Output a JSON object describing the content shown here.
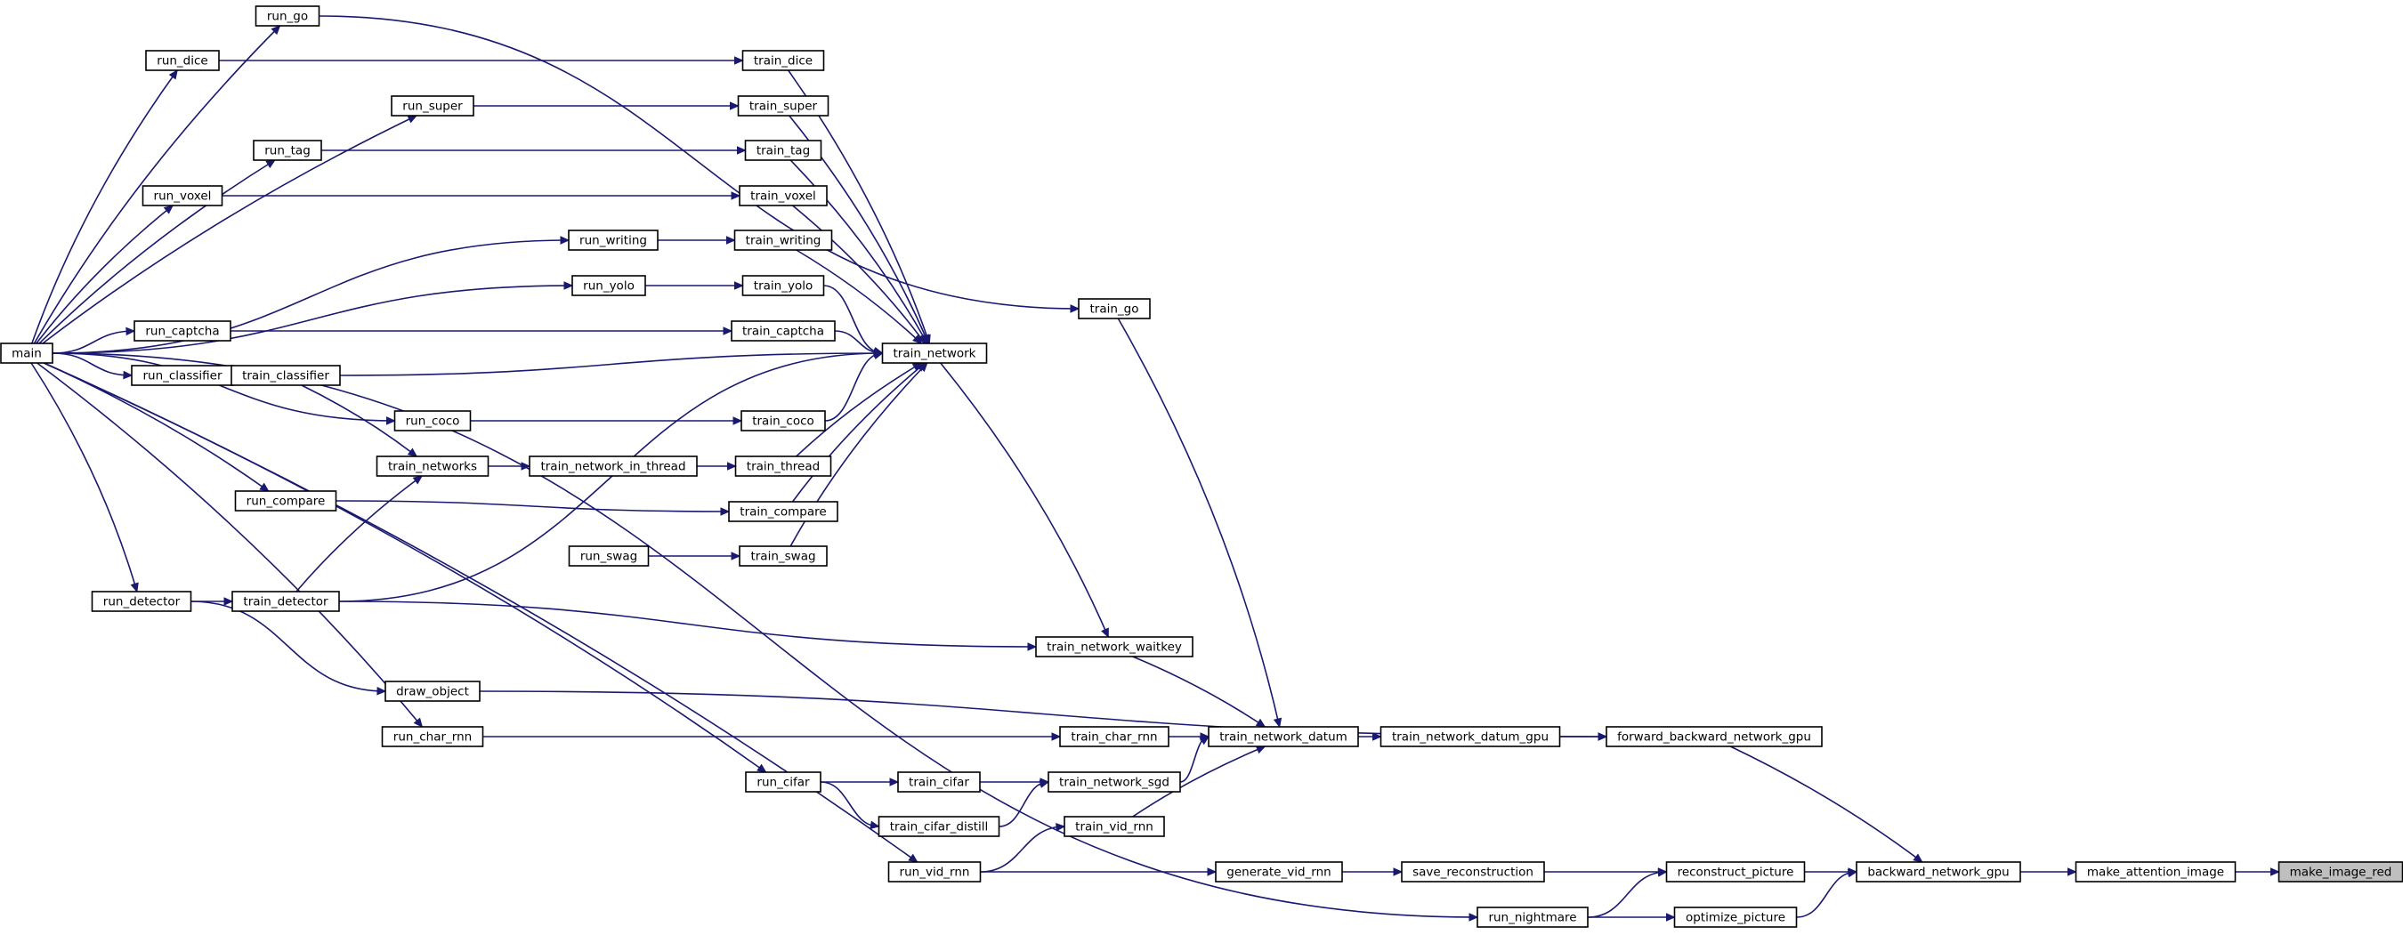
{
  "graph": {
    "type": "caller-graph",
    "target": "make_image_red",
    "colors": {
      "edge": "#191970",
      "node_border": "#000000",
      "node_fill": "#ffffff",
      "target_fill": "#bfbfbf"
    },
    "nodes": [
      {
        "id": "main",
        "label": "main"
      },
      {
        "id": "run_go",
        "label": "run_go"
      },
      {
        "id": "run_dice",
        "label": "run_dice"
      },
      {
        "id": "run_super",
        "label": "run_super"
      },
      {
        "id": "run_tag",
        "label": "run_tag"
      },
      {
        "id": "run_voxel",
        "label": "run_voxel"
      },
      {
        "id": "run_writing",
        "label": "run_writing"
      },
      {
        "id": "run_yolo",
        "label": "run_yolo"
      },
      {
        "id": "run_captcha",
        "label": "run_captcha"
      },
      {
        "id": "run_classifier",
        "label": "run_classifier"
      },
      {
        "id": "train_classifier",
        "label": "train_classifier"
      },
      {
        "id": "run_coco",
        "label": "run_coco"
      },
      {
        "id": "train_networks",
        "label": "train_networks"
      },
      {
        "id": "train_network_in_thread",
        "label": "train_network_in_thread"
      },
      {
        "id": "run_compare",
        "label": "run_compare"
      },
      {
        "id": "run_swag",
        "label": "run_swag"
      },
      {
        "id": "run_detector",
        "label": "run_detector"
      },
      {
        "id": "train_detector",
        "label": "train_detector"
      },
      {
        "id": "draw_object",
        "label": "draw_object"
      },
      {
        "id": "run_char_rnn",
        "label": "run_char_rnn"
      },
      {
        "id": "run_cifar",
        "label": "run_cifar"
      },
      {
        "id": "train_cifar",
        "label": "train_cifar"
      },
      {
        "id": "train_cifar_distill",
        "label": "train_cifar_distill"
      },
      {
        "id": "run_vid_rnn",
        "label": "run_vid_rnn"
      },
      {
        "id": "run_nightmare",
        "label": "run_nightmare"
      },
      {
        "id": "train_dice",
        "label": "train_dice"
      },
      {
        "id": "train_super",
        "label": "train_super"
      },
      {
        "id": "train_tag",
        "label": "train_tag"
      },
      {
        "id": "train_voxel",
        "label": "train_voxel"
      },
      {
        "id": "train_writing",
        "label": "train_writing"
      },
      {
        "id": "train_yolo",
        "label": "train_yolo"
      },
      {
        "id": "train_captcha",
        "label": "train_captcha"
      },
      {
        "id": "train_coco",
        "label": "train_coco"
      },
      {
        "id": "train_thread",
        "label": "train_thread"
      },
      {
        "id": "train_compare",
        "label": "train_compare"
      },
      {
        "id": "train_swag",
        "label": "train_swag"
      },
      {
        "id": "train_network",
        "label": "train_network"
      },
      {
        "id": "train_go",
        "label": "train_go"
      },
      {
        "id": "train_network_waitkey",
        "label": "train_network_waitkey"
      },
      {
        "id": "train_char_rnn",
        "label": "train_char_rnn"
      },
      {
        "id": "train_network_sgd",
        "label": "train_network_sgd"
      },
      {
        "id": "train_vid_rnn",
        "label": "train_vid_rnn"
      },
      {
        "id": "generate_vid_rnn",
        "label": "generate_vid_rnn"
      },
      {
        "id": "train_network_datum",
        "label": "train_network_datum"
      },
      {
        "id": "train_network_datum_gpu",
        "label": "train_network_datum_gpu"
      },
      {
        "id": "save_reconstruction",
        "label": "save_reconstruction"
      },
      {
        "id": "forward_backward_network_gpu",
        "label": "forward_backward_network_gpu"
      },
      {
        "id": "reconstruct_picture",
        "label": "reconstruct_picture"
      },
      {
        "id": "optimize_picture",
        "label": "optimize_picture"
      },
      {
        "id": "backward_network_gpu",
        "label": "backward_network_gpu"
      },
      {
        "id": "make_attention_image",
        "label": "make_attention_image"
      },
      {
        "id": "make_image_red",
        "label": "make_image_red"
      }
    ],
    "edges": [
      [
        "main",
        "run_go"
      ],
      [
        "main",
        "run_dice"
      ],
      [
        "main",
        "run_super"
      ],
      [
        "main",
        "run_tag"
      ],
      [
        "main",
        "run_voxel"
      ],
      [
        "main",
        "run_writing"
      ],
      [
        "main",
        "run_yolo"
      ],
      [
        "main",
        "run_captcha"
      ],
      [
        "main",
        "run_classifier"
      ],
      [
        "main",
        "run_coco"
      ],
      [
        "main",
        "run_compare"
      ],
      [
        "main",
        "run_detector"
      ],
      [
        "main",
        "run_char_rnn"
      ],
      [
        "main",
        "run_cifar"
      ],
      [
        "main",
        "run_vid_rnn"
      ],
      [
        "main",
        "run_nightmare"
      ],
      [
        "run_go",
        "train_go"
      ],
      [
        "run_dice",
        "train_dice"
      ],
      [
        "run_super",
        "train_super"
      ],
      [
        "run_tag",
        "train_tag"
      ],
      [
        "run_voxel",
        "train_voxel"
      ],
      [
        "run_writing",
        "train_writing"
      ],
      [
        "run_yolo",
        "train_yolo"
      ],
      [
        "run_captcha",
        "train_captcha"
      ],
      [
        "run_classifier",
        "train_classifier"
      ],
      [
        "run_coco",
        "train_coco"
      ],
      [
        "run_compare",
        "train_compare"
      ],
      [
        "run_swag",
        "train_swag"
      ],
      [
        "run_detector",
        "train_detector"
      ],
      [
        "run_detector",
        "draw_object"
      ],
      [
        "run_char_rnn",
        "train_char_rnn"
      ],
      [
        "run_cifar",
        "train_cifar"
      ],
      [
        "run_cifar",
        "train_cifar_distill"
      ],
      [
        "run_vid_rnn",
        "train_vid_rnn"
      ],
      [
        "run_vid_rnn",
        "generate_vid_rnn"
      ],
      [
        "run_nightmare",
        "reconstruct_picture"
      ],
      [
        "run_nightmare",
        "optimize_picture"
      ],
      [
        "train_classifier",
        "train_networks"
      ],
      [
        "train_detector",
        "train_networks"
      ],
      [
        "train_networks",
        "train_network_in_thread"
      ],
      [
        "train_network_in_thread",
        "train_thread"
      ],
      [
        "train_dice",
        "train_network"
      ],
      [
        "train_super",
        "train_network"
      ],
      [
        "train_tag",
        "train_network"
      ],
      [
        "train_voxel",
        "train_network"
      ],
      [
        "train_writing",
        "train_network"
      ],
      [
        "train_yolo",
        "train_network"
      ],
      [
        "train_captcha",
        "train_network"
      ],
      [
        "train_classifier",
        "train_network"
      ],
      [
        "train_coco",
        "train_network"
      ],
      [
        "train_thread",
        "train_network"
      ],
      [
        "train_compare",
        "train_network"
      ],
      [
        "train_swag",
        "train_network"
      ],
      [
        "train_detector",
        "train_network"
      ],
      [
        "train_network",
        "train_network_waitkey"
      ],
      [
        "train_detector",
        "train_network_waitkey"
      ],
      [
        "train_go",
        "train_network_datum"
      ],
      [
        "train_network_waitkey",
        "train_network_datum"
      ],
      [
        "train_char_rnn",
        "train_network_datum"
      ],
      [
        "train_network_sgd",
        "train_network_datum"
      ],
      [
        "train_vid_rnn",
        "train_network_datum"
      ],
      [
        "train_cifar",
        "train_network_sgd"
      ],
      [
        "train_cifar_distill",
        "train_network_sgd"
      ],
      [
        "train_network_datum",
        "train_network_datum_gpu"
      ],
      [
        "train_network_datum_gpu",
        "forward_backward_network_gpu"
      ],
      [
        "draw_object",
        "forward_backward_network_gpu"
      ],
      [
        "generate_vid_rnn",
        "save_reconstruction"
      ],
      [
        "save_reconstruction",
        "reconstruct_picture"
      ],
      [
        "forward_backward_network_gpu",
        "backward_network_gpu"
      ],
      [
        "reconstruct_picture",
        "backward_network_gpu"
      ],
      [
        "optimize_picture",
        "backward_network_gpu"
      ],
      [
        "backward_network_gpu",
        "make_attention_image"
      ],
      [
        "make_attention_image",
        "make_image_red"
      ]
    ]
  }
}
